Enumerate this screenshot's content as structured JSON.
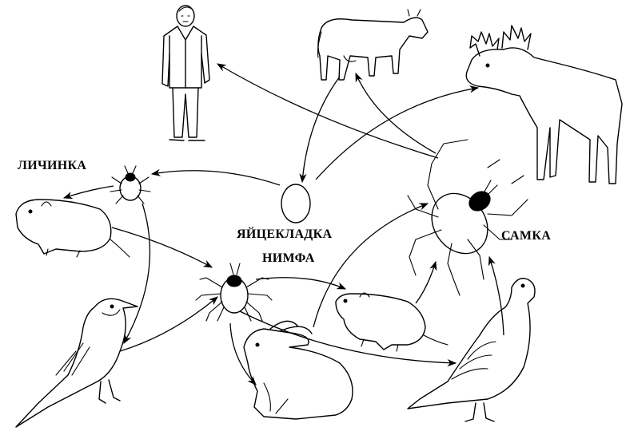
{
  "labels": {
    "larva": "ЛИЧИНКА",
    "eggs": "ЯЙЦЕКЛАДКА",
    "nymph": "НИМФА",
    "female": "САМКА"
  }
}
